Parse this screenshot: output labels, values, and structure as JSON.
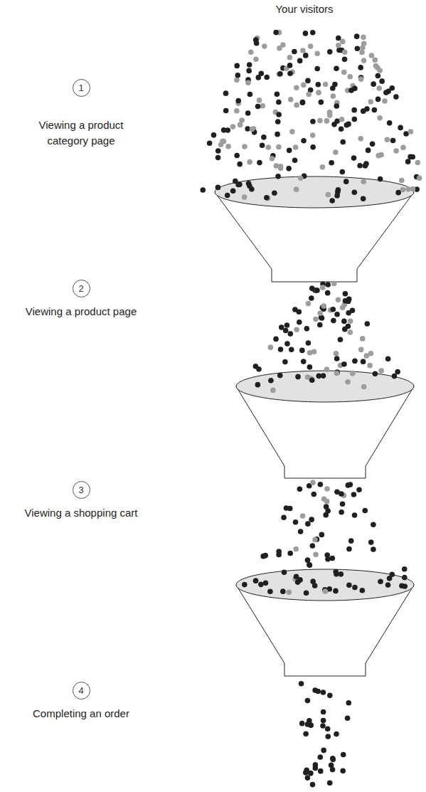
{
  "diagram": {
    "nodes": [
      {
        "text": [
          "1"
        ]
      },
      {
        "text": [
          "2"
        ]
      },
      {
        "text": [
          "3"
        ]
      },
      {
        "text": [
          "4"
        ]
      }
    ],
    "labels": [
      "Your visitors",
      "Viewing a product category page",
      "Viewing a product page",
      "Viewing a shopping cart",
      "Completing an order"
    ]
  }
}
